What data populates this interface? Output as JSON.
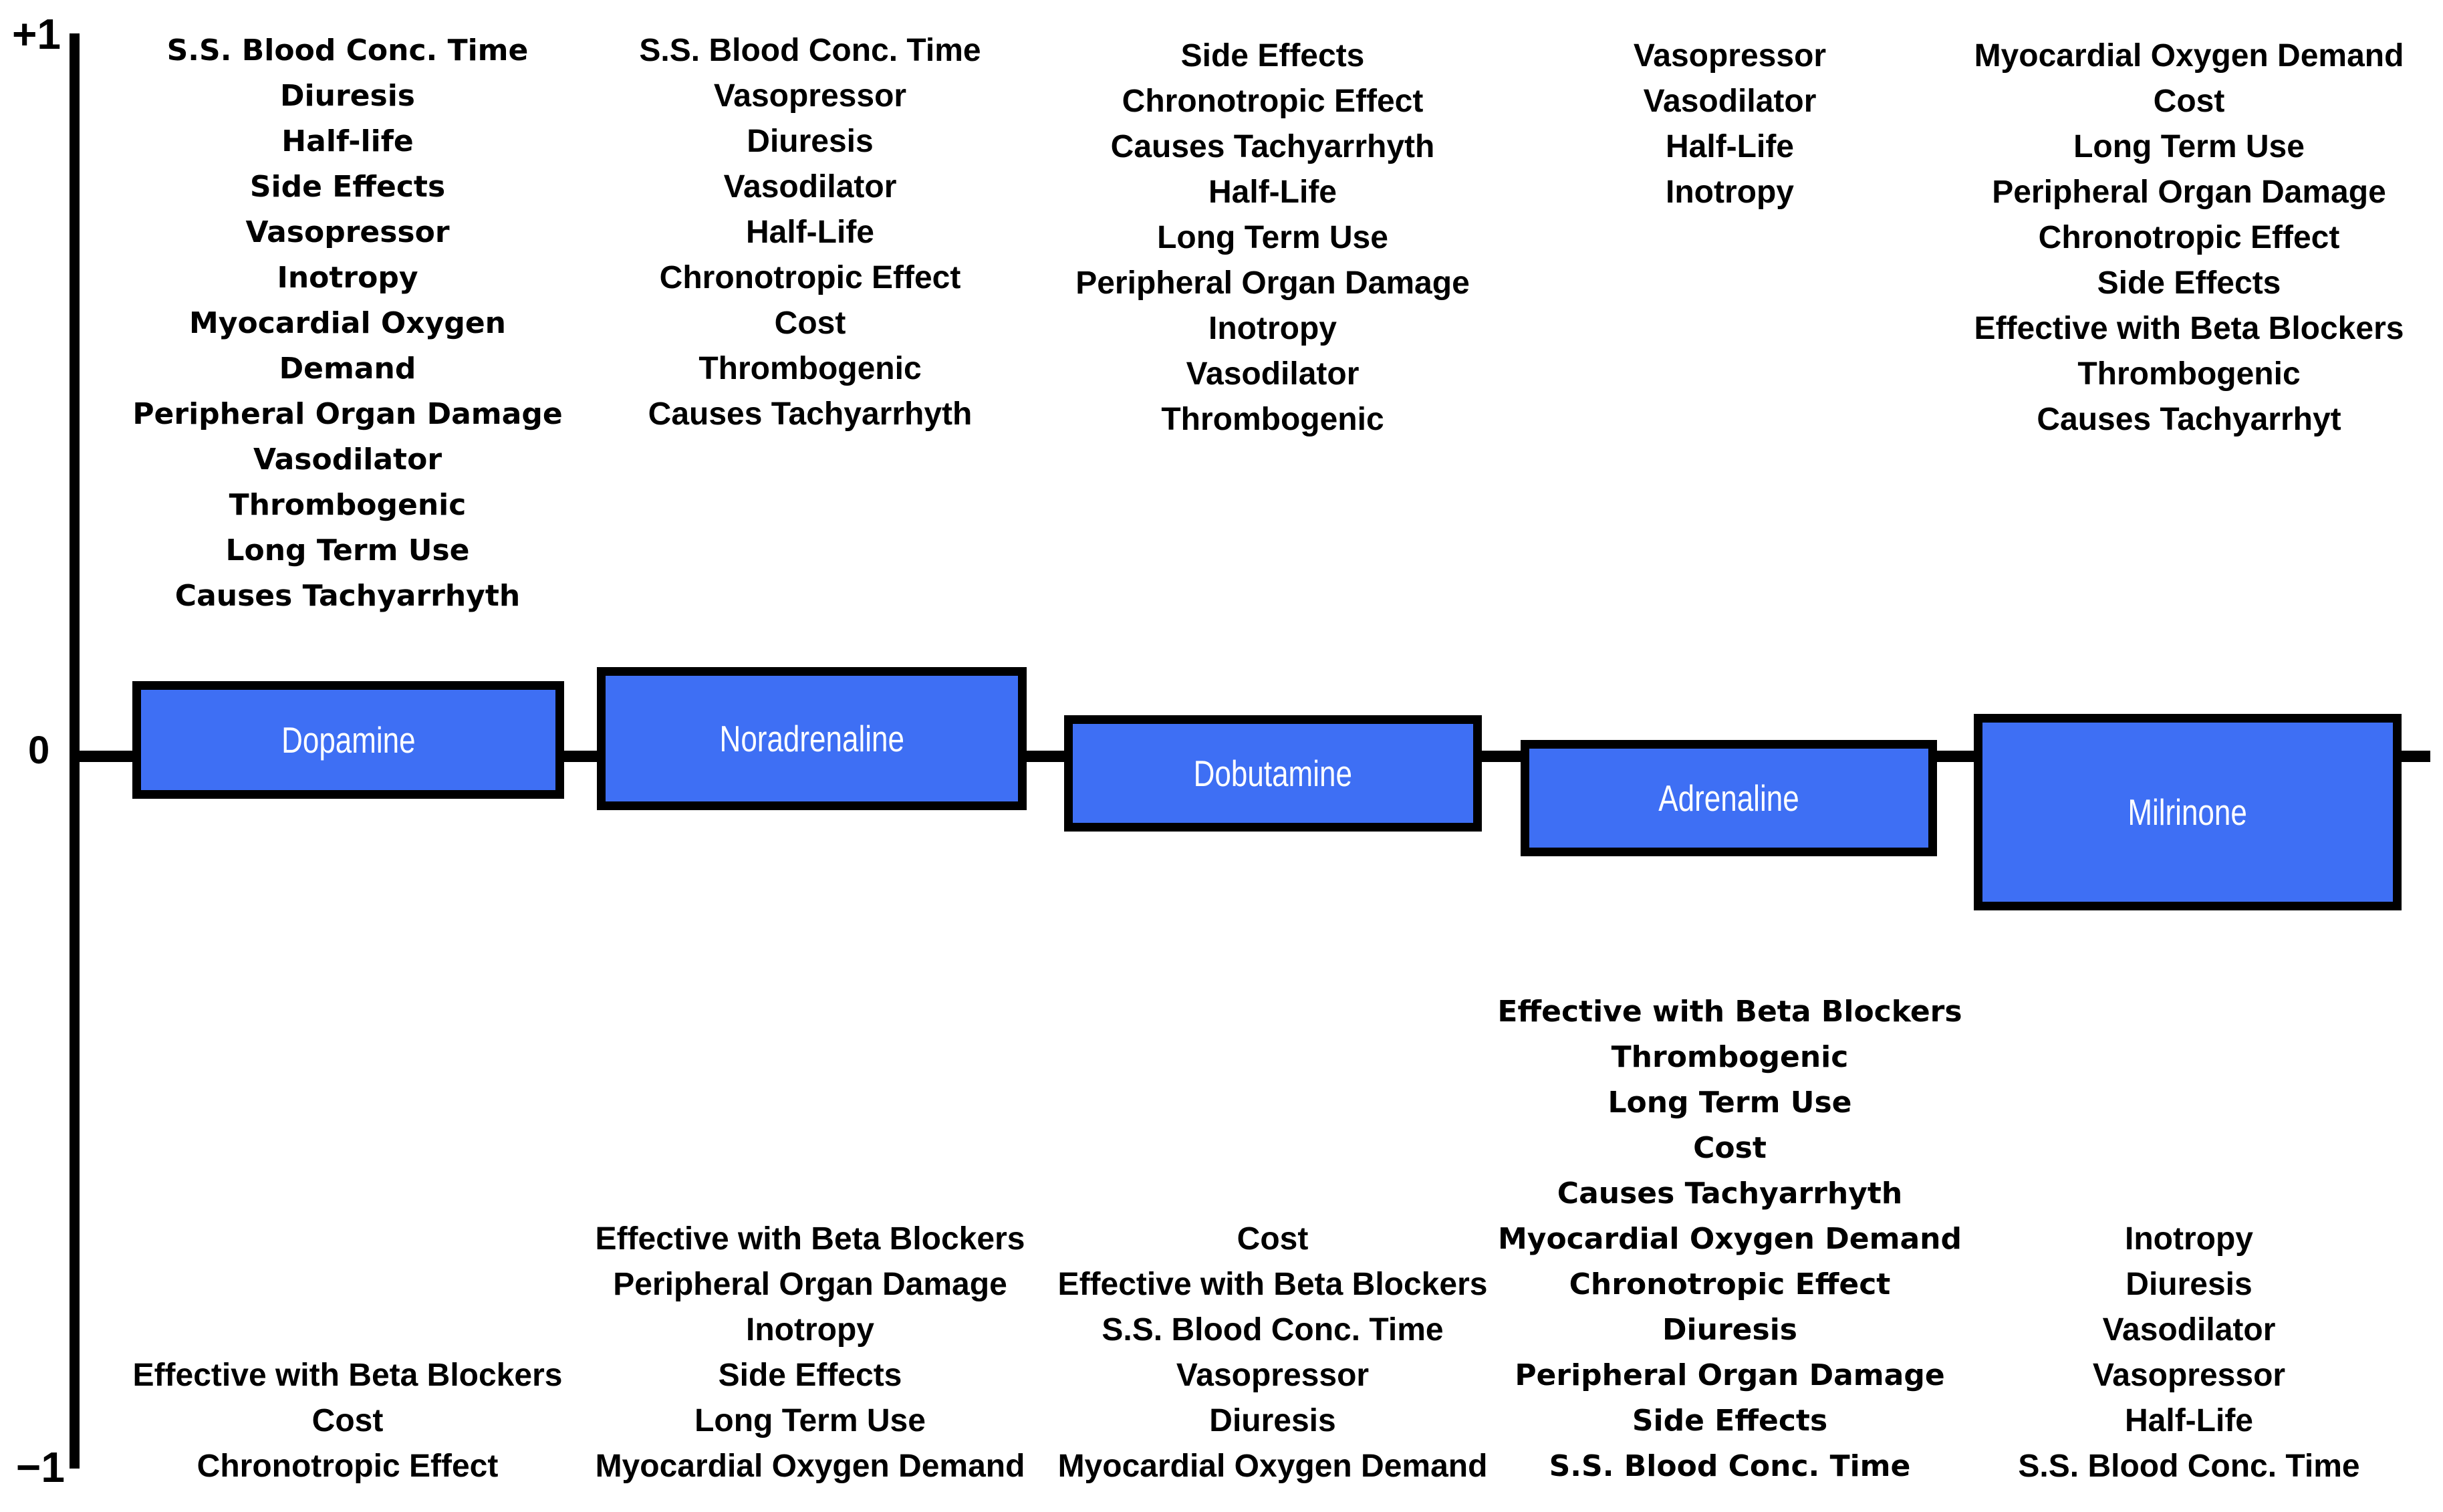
{
  "title": "Inotrope and vasopressor comparison diagram",
  "colors": {
    "box_fill": "#3E6FF4",
    "box_border": "#000000",
    "box_text": "#ffffff",
    "text": "#000000",
    "background": "#ffffff"
  },
  "axis": {
    "plus_label": "+1",
    "zero_label": "0",
    "minus_label": "−1"
  },
  "columns": [
    {
      "drug": "Dopamine",
      "above": [
        "S.S. Blood Conc. Time",
        "Diuresis",
        "Half-life",
        "Side Effects",
        "Vasopressor",
        "Inotropy",
        "Myocardial Oxygen",
        "Demand",
        "Peripheral Organ Damage",
        "Vasodilator",
        "Thrombogenic",
        "Long Term Use",
        "Causes Tachyarrhyth"
      ],
      "below": [
        "Effective with Beta Blockers",
        "Cost",
        "Chronotropic Effect"
      ]
    },
    {
      "drug": "Noradrenaline",
      "above": [
        "S.S. Blood Conc. Time",
        "Vasopressor",
        "Diuresis",
        "Vasodilator",
        "Half-Life",
        "Chronotropic Effect",
        "Cost",
        "Thrombogenic",
        "Causes Tachyarrhyth"
      ],
      "below": [
        "Effective with Beta Blockers",
        "Peripheral Organ Damage",
        "Inotropy",
        "Side Effects",
        "Long Term Use",
        "Myocardial Oxygen Demand"
      ]
    },
    {
      "drug": "Dobutamine",
      "above": [
        "Side Effects",
        "Chronotropic Effect",
        "Causes Tachyarrhyth",
        "Half-Life",
        "Long Term Use",
        "Peripheral Organ Damage",
        "Inotropy",
        "Vasodilator",
        "Thrombogenic"
      ],
      "below": [
        "Cost",
        "Effective with Beta Blockers",
        "S.S. Blood Conc. Time",
        "Vasopressor",
        "Diuresis",
        "Myocardial Oxygen Demand"
      ]
    },
    {
      "drug": "Adrenaline",
      "above": [
        "Vasopressor",
        "Vasodilator",
        "Half-Life",
        "Inotropy"
      ],
      "below": [
        "Effective with Beta Blockers",
        "Thrombogenic",
        "Long Term Use",
        "Cost",
        "Causes Tachyarrhyth",
        "Myocardial Oxygen Demand",
        "Chronotropic Effect",
        "Diuresis",
        "Peripheral Organ Damage",
        "Side Effects",
        "S.S. Blood Conc. Time"
      ]
    },
    {
      "drug": "Milrinone",
      "above": [
        "Myocardial Oxygen Demand",
        "Cost",
        "Long Term Use",
        "Peripheral Organ Damage",
        "Chronotropic Effect",
        "Side Effects",
        "Effective with Beta Blockers",
        "Thrombogenic",
        "Causes Tachyarrhyt"
      ],
      "below": [
        "Inotropy",
        "Diuresis",
        "Vasodilator",
        "Vasopressor",
        "Half-Life",
        "S.S. Blood Conc. Time"
      ]
    }
  ]
}
